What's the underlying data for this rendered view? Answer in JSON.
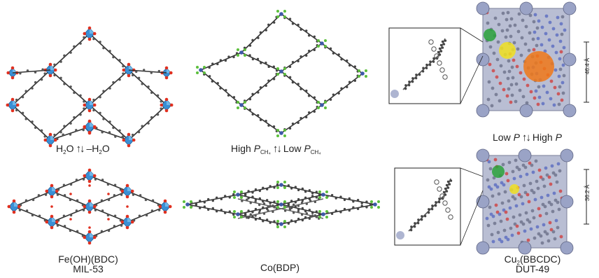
{
  "columns": [
    {
      "id": "mil53",
      "name_line1_prefix": "Fe(OH)(BDC)",
      "name_line2": "MIL-53",
      "stimulus": {
        "forward": "H",
        "forward_sub": "2",
        "forward_tail": "O",
        "reverse": "–H",
        "reverse_sub": "2",
        "reverse_tail": "O"
      }
    },
    {
      "id": "cobdp",
      "name_line1_prefix": "Co(BDP)",
      "stimulus": {
        "forward_prefix": "High ",
        "forward_var": "P",
        "forward_sub": "CH₄",
        "reverse_prefix": "Low ",
        "reverse_var": "P",
        "reverse_sub": "CH₄"
      }
    },
    {
      "id": "dut49",
      "name_line1_prefix": "Cu",
      "name_line1_sub": "2",
      "name_line1_suffix": "(BBCDC)",
      "name_line2": "DUT-49",
      "stimulus": {
        "forward_prefix": "Low ",
        "forward_var": "P",
        "reverse_prefix": "High ",
        "reverse_var": "P"
      },
      "open_size": "46.4 Å",
      "closed_size": "36.2 Å"
    }
  ],
  "arrows_glyph": "↑↓",
  "colors": {
    "polyhedron": "#3a8fd4",
    "oxygen": "#e03020",
    "carbon": "#333333",
    "nitrogen": "#3d5aa8",
    "chlorine": "#5cbf3c",
    "cage": "#8a8fb0",
    "sphere_orange": "#f07818",
    "sphere_yellow": "#f0e020",
    "sphere_green": "#2aa23a"
  }
}
